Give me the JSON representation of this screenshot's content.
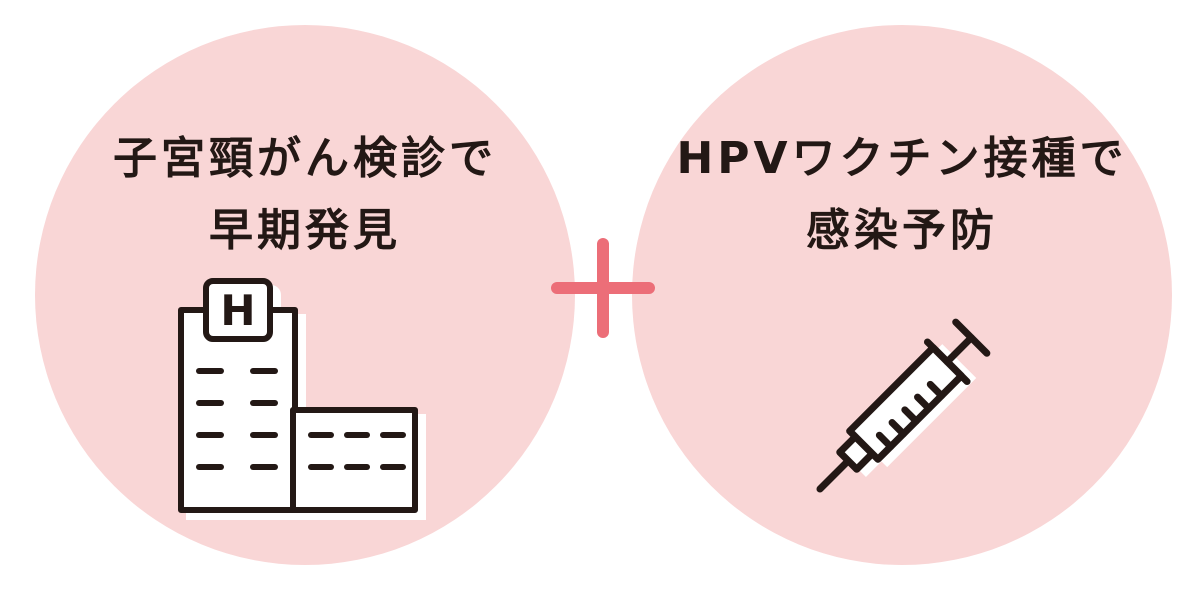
{
  "left_panel": {
    "line1": "子宮頸がん検診で",
    "line2": "早期発見",
    "icon": "hospital-building-icon",
    "sign_letter": "H"
  },
  "right_panel": {
    "line1": "HPVワクチン接種で",
    "line2": "感染予防",
    "icon": "syringe-icon"
  },
  "connector": {
    "icon": "plus-icon"
  },
  "colors": {
    "circle_fill": "#f9d6d6",
    "plus_color": "#ec6e78",
    "line_color": "#231815"
  }
}
